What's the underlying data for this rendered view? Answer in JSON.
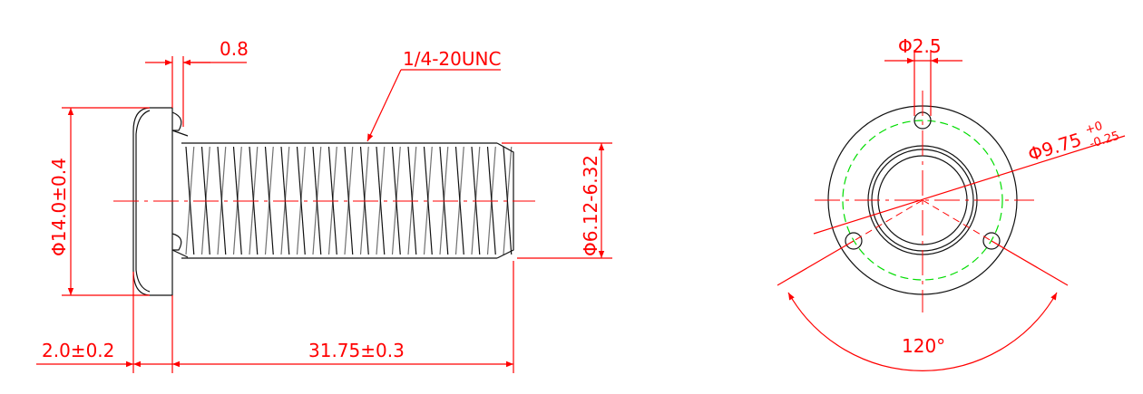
{
  "side_view": {
    "head_gap": "0.8",
    "thread_spec": "1/4-20UNC",
    "head_diameter": "Φ14.0±0.4",
    "thread_diameter": "Φ6.12-6.32",
    "head_thickness": "2.0±0.2",
    "thread_length": "31.75±0.3"
  },
  "end_view": {
    "hole_diameter": "Φ2.5",
    "pcd_main": "Φ9.75",
    "pcd_tol_upper": "+0",
    "pcd_tol_lower": "-0.25",
    "angle": "120°"
  },
  "colors": {
    "dimension": "#ff0000",
    "outline": "#111111",
    "pitch_circle": "#00dd00"
  }
}
